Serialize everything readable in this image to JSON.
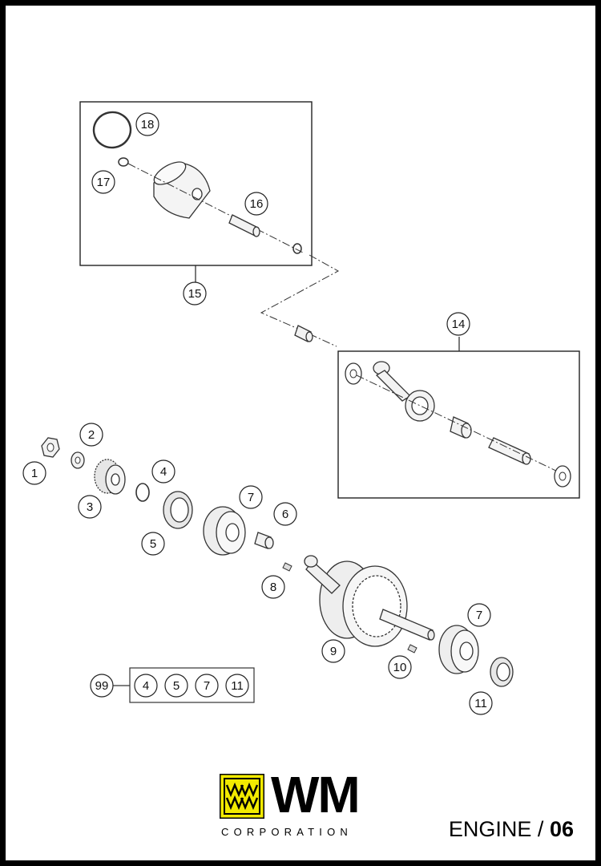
{
  "diagram": {
    "callouts": [
      "18",
      "17",
      "16",
      "15",
      "14",
      "1",
      "2",
      "3",
      "4",
      "5",
      "7",
      "6",
      "8",
      "9",
      "10",
      "7",
      "11",
      "99"
    ],
    "kit_contents": [
      "4",
      "5",
      "7",
      "11"
    ]
  },
  "brand": {
    "logo_text": "WM",
    "logo_subtext": "CORPORATION",
    "colors": {
      "yellow": "#f2ea00",
      "black": "#000000"
    }
  },
  "section": {
    "label": "ENGINE /",
    "number": "06"
  }
}
